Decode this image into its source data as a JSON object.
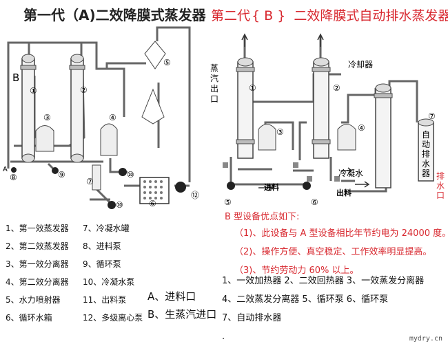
{
  "titles": {
    "gen1": "第一代（A)二效降膜式蒸发器",
    "gen2_prefix": "第二代",
    "gen2_paren_open": "{",
    "gen2_letter": "B",
    "gen2_paren_close": "}",
    "gen2_suffix": "二效降膜式自动排水蒸发器"
  },
  "diagram_a": {
    "labels": {
      "B": "B",
      "A": "A",
      "n1": "①",
      "n2": "②",
      "n3": "③",
      "n4": "④",
      "n5": "⑤",
      "n6": "⑥",
      "n7": "⑦",
      "n8": "⑧",
      "n9": "⑨",
      "n10a": "⑩",
      "n10b": "⑩",
      "n12": "⑫"
    },
    "legend_left": [
      "1、第一效蒸发器",
      "2、第二效蒸发器",
      "3、第一效分离器",
      "4、第二效分离器",
      "5、水力喷射器",
      "6、循环水箱"
    ],
    "legend_mid": [
      "7、冷凝水罐",
      "8、进料泵",
      "9、循环泵",
      "10、冷凝水泵",
      "11、出料泵",
      "12、多级离心泵"
    ],
    "legend_right": [
      "A、进料口",
      "B、生蒸汽进口"
    ]
  },
  "diagram_b": {
    "labels": {
      "steam_out": [
        "蒸",
        "汽",
        "出",
        "口"
      ],
      "cooler": "冷却器",
      "condensate": "冷凝水",
      "feed": "进料",
      "discharge": "出料",
      "auto_drain": [
        "自",
        "动",
        "排",
        "水",
        "器"
      ],
      "drain_port": [
        "排",
        "水",
        "口"
      ],
      "n1": "①",
      "n2": "②",
      "n3": "③",
      "n4": "④",
      "n5": "⑤",
      "n6": "⑥",
      "n7": "⑦"
    },
    "advantages_title": "B 型设备优点如下:",
    "advantages": [
      "（1)、此设备与 A 型设备相比年节约电为 24000 度。",
      "（2)、操作方便、真空稳定、工作效率明显提高。",
      "（3)、节约劳动力 60% 以上。"
    ],
    "parts": [
      "1、一效加热器 2、二效回热器 3、一效蒸发分离器",
      "4、二效蒸发分离器 5、循环泵 6、循环泵",
      "7、自动排水器",
      "."
    ]
  },
  "watermark": "mydry.cn"
}
